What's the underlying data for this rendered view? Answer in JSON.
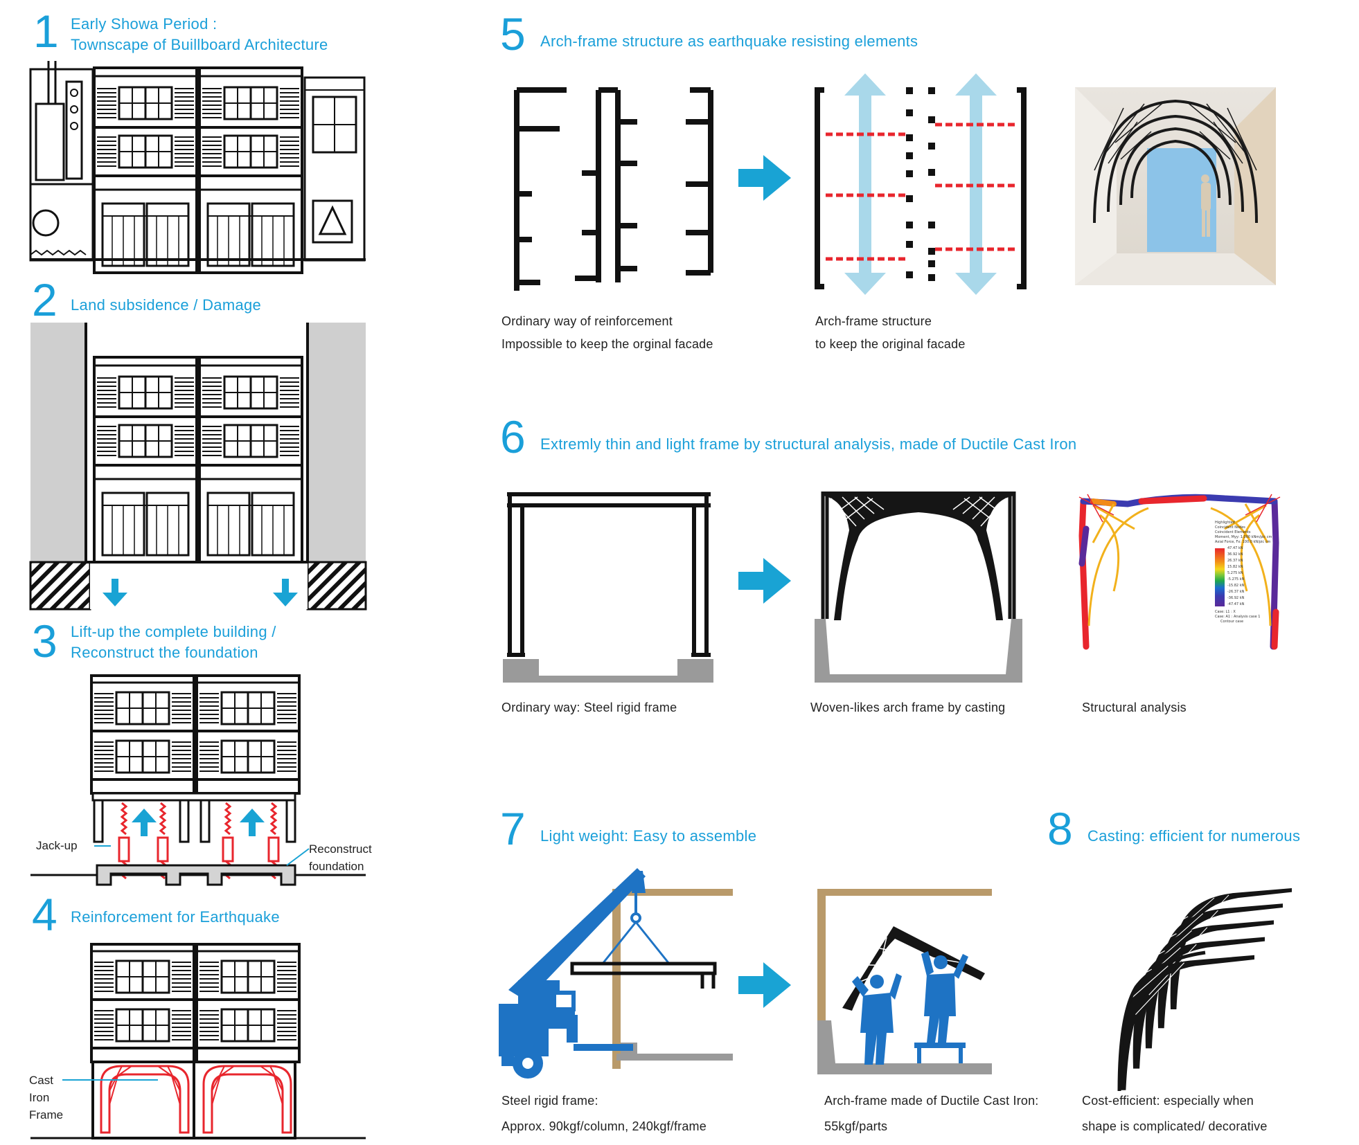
{
  "steps": [
    {
      "num": "1",
      "lines": [
        "Early Showa Period :",
        "Townscape of Buillboard Architecture"
      ]
    },
    {
      "num": "2",
      "lines": [
        "Land subsidence / Damage"
      ]
    },
    {
      "num": "3",
      "lines": [
        "Lift-up the complete building /",
        "Reconstruct the foundation"
      ]
    },
    {
      "num": "4",
      "lines": [
        "Reinforcement for Earthquake"
      ]
    },
    {
      "num": "5",
      "lines": [
        "Arch-frame structure as earthquake resisting elements"
      ]
    },
    {
      "num": "6",
      "lines": [
        "Extremly thin and light frame by structural analysis, made of Ductile Cast Iron"
      ]
    },
    {
      "num": "7",
      "lines": [
        "Light weight: Easy to assemble"
      ]
    },
    {
      "num": "8",
      "lines": [
        "Casting: efficient for numerous"
      ]
    }
  ],
  "labels": {
    "jack_up": "Jack-up",
    "reconstruct": [
      "Reconstruct",
      "foundation"
    ],
    "cast_iron": [
      "Cast",
      "Iron",
      "Frame"
    ]
  },
  "captions": {
    "s5_ordinary": [
      "Ordinary way of reinforcement",
      "Impossible to keep the orginal facade"
    ],
    "s5_arch": [
      "Arch-frame structure",
      "to keep the original facade"
    ],
    "s6_steel": [
      "Ordinary way: Steel rigid frame"
    ],
    "s6_woven": [
      "Woven-likes arch frame by casting"
    ],
    "s6_analysis": [
      "Structural analysis"
    ],
    "s7_steel": [
      "Steel rigid frame:",
      "Approx. 90kgf/column, 240kgf/frame"
    ],
    "s7_arch": [
      "Arch-frame made of Ductile Cast Iron:",
      "55kgf/parts"
    ],
    "s8_cost": [
      "Cost-efficient: especially when",
      "shape is complicated/ decorative"
    ]
  },
  "legend": {
    "header": [
      "Highlighted",
      "Coincident Nodes",
      "Coincident Elements",
      "Moment, Myy: 1.000 kNm/pic cm",
      "Axial Force, Fx: 100.0 kN/pic cm"
    ],
    "values": [
      "47.47 kN",
      "36.92 kN",
      "26.37 kN",
      "15.82 kN",
      "5.275 kN",
      "-5.275 kN",
      "-15.82 kN",
      "-26.37 kN",
      "-36.92 kN",
      "-47.47 kN"
    ],
    "footer": [
      "Case: L1 : X",
      "Case: A1 : Analysis case 1",
      "Contour case"
    ]
  },
  "colors": {
    "accent": "#1a9fd9",
    "red": "#e8262d",
    "arrow": "#19a3d4",
    "wood": "#b99a6a",
    "crane": "#1e73c4",
    "grey": "#9a9a9a"
  }
}
